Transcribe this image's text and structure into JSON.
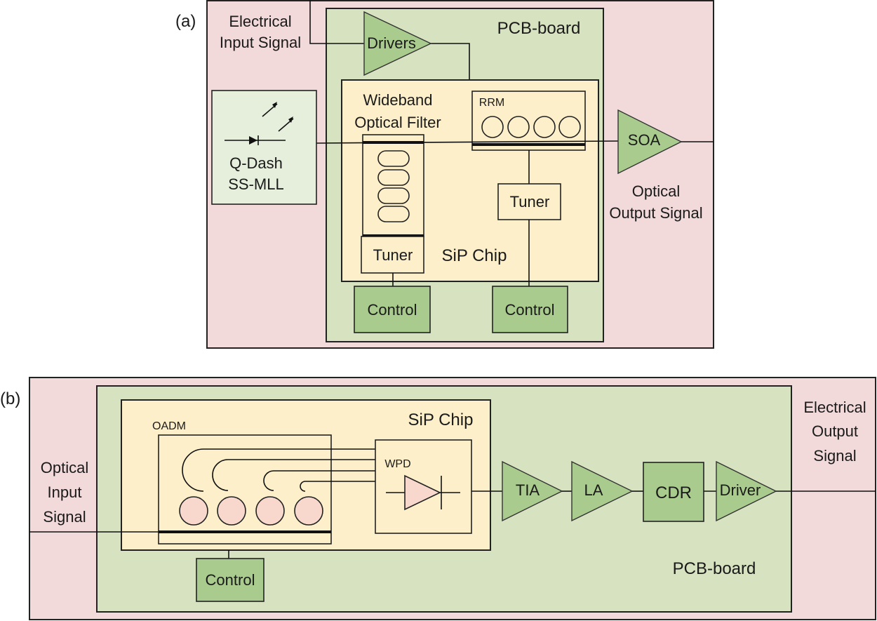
{
  "panel_a": {
    "label": "(a)",
    "electrical_input": [
      "Electrical",
      "Input Signal"
    ],
    "pcb_label": "PCB-board",
    "drivers": "Drivers",
    "filter_label": [
      "Wideband",
      "Optical Filter"
    ],
    "rrm": "RRM",
    "laser_label": [
      "Q-Dash",
      "SS-MLL"
    ],
    "soa": "SOA",
    "optical_output": [
      "Optical",
      "Output Signal"
    ],
    "tuner_left": "Tuner",
    "tuner_right": "Tuner",
    "sip_chip": "SiP Chip",
    "control_left": "Control",
    "control_right": "Control"
  },
  "panel_b": {
    "label": "(b)",
    "sip_chip": "SiP Chip",
    "oadm": "OADM",
    "wpd": "WPD",
    "optical_input": [
      "Optical",
      "Input",
      "Signal"
    ],
    "tia": "TIA",
    "la": "LA",
    "cdr": "CDR",
    "driver": "Driver",
    "electrical_output": [
      "Electrical",
      "Output",
      "Signal"
    ],
    "control": "Control",
    "pcb_label": "PCB-board"
  }
}
